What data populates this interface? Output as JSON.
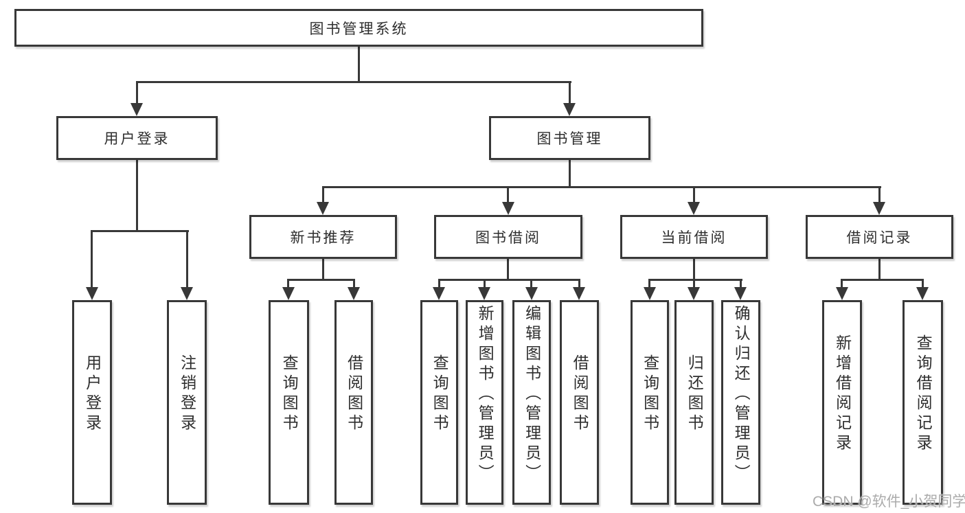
{
  "nodes": {
    "root": "图书管理系统",
    "user_login": "用户登录",
    "book_management": "图书管理",
    "new_book_recommend": "新书推荐",
    "book_borrowing": "图书借阅",
    "current_borrowing": "当前借阅",
    "borrowing_records": "借阅记录"
  },
  "leaves": {
    "user_login": "用户登录",
    "logout": "注销登录",
    "nb_query": "查询图书",
    "nb_borrow": "借阅图书",
    "bb_query": "查询图书",
    "bb_add": "新增图书（管理员）",
    "bb_edit": "编辑图书（管理员）",
    "bb_borrow": "借阅图书",
    "cb_query": "查询图书",
    "cb_return": "归还图书",
    "cb_confirm": "确认归还（管理员）",
    "br_add": "新增借阅记录",
    "br_query": "查询借阅记录"
  },
  "watermark": "CSDN @软件_小贺同学",
  "colors": {
    "line": "#383838",
    "text": "#2e2e2e",
    "watermark": "#ababab",
    "background": "#ffffff"
  }
}
